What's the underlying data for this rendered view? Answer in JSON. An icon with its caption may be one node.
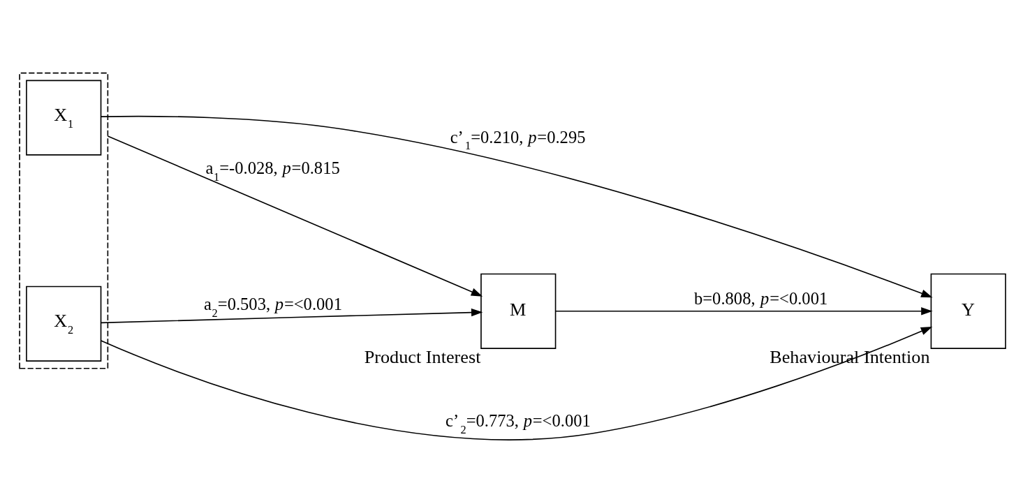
{
  "diagram": {
    "nodes": [
      {
        "text": [
          "M"
        ],
        "beside": [
          "Product Interest"
        ]
      },
      {
        "text": [],
        "shape": "box"
      },
      {
        "text": [
          "X$_{1}$"
        ],
        "in": 1
      },
      {
        "text": [
          "X$_{2}$"
        ],
        "in": 1
      },
      {
        "text": [
          "Y"
        ],
        "beside": [
          "Behavioural Intention"
        ]
      }
    ],
    "edges": [
      {
        "from": 1,
        "to": 0,
        "arrow": "to",
        "label": "a$_{1}$=-0.028, *p*=0.815"
      },
      {
        "from": 3,
        "to": 0,
        "arrow": "to",
        "label": "a$_{2}$=0.503, *p*=<0.001"
      },
      {
        "from": 0,
        "to": 4,
        "arrow": "to",
        "label": "b=0.808, *p*=<0.001"
      },
      {
        "from": 2,
        "to": 4,
        "arrow": "to",
        "label": "c’$_{1}$=0.210, *p*=0.295"
      },
      {
        "from": 3,
        "to": 4,
        "arrow": "to",
        "label": "c’$_{2}$=0.773, *p*=<0.001"
      }
    ]
  }
}
